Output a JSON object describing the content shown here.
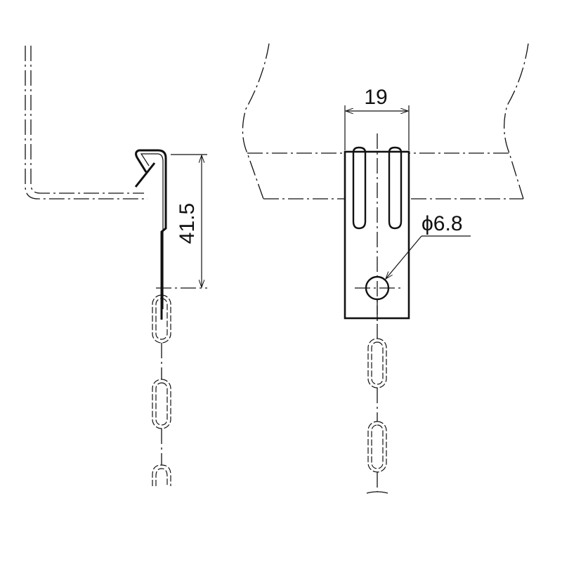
{
  "drawing": {
    "side_view": {
      "height_dimension": "41.5"
    },
    "front_view": {
      "width_dimension": "19",
      "hole_diameter": "ϕ6.8"
    },
    "colors": {
      "line": "#111111",
      "background": "#ffffff"
    }
  }
}
